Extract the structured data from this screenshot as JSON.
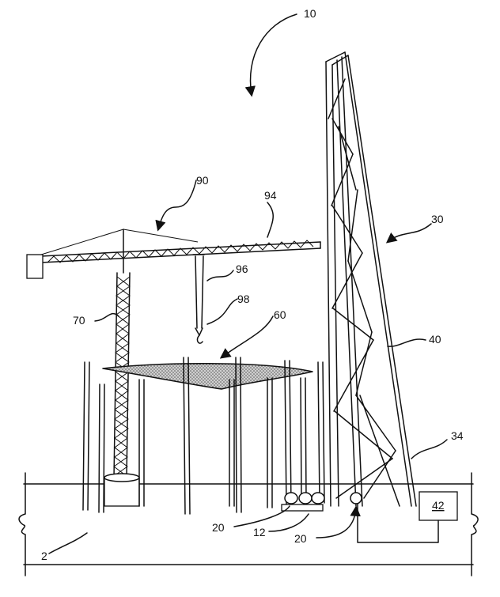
{
  "labels": {
    "system": "10",
    "ground": "2",
    "motor_base": "12",
    "winch_left": "20",
    "winch_right": "20",
    "mast": "30",
    "mast_base": "34",
    "mast_frame": "40",
    "controller": "42",
    "roof": "60",
    "tower_crane_mast": "70",
    "crane": "90",
    "jib": "94",
    "hoist_line": "96",
    "hook": "98"
  }
}
